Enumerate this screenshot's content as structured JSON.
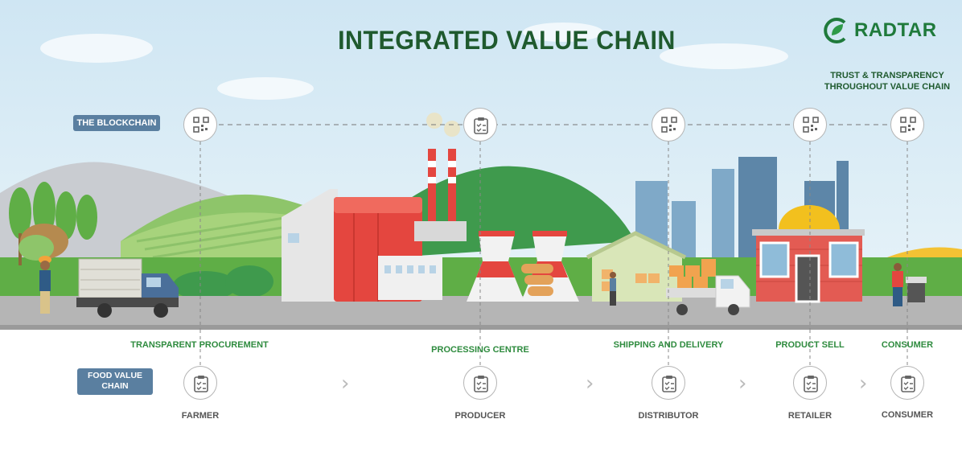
{
  "title": "INTEGRATED VALUE CHAIN",
  "brand": {
    "name": "RADTAR",
    "icon": "leaf-c-logo-icon"
  },
  "tagline": [
    "TRUST & TRANSPARENCY",
    "THROUGHOUT VALUE CHAIN"
  ],
  "blockchain_label": "THE BLOCKCHAIN",
  "food_chain_label": [
    "FOOD VALUE",
    "CHAIN"
  ],
  "steps": [
    {
      "title": "TRANSPARENT PROCUREMENT",
      "role": "FARMER",
      "blockchain_icon": "qr-code-icon"
    },
    {
      "title": "PROCESSING CENTRE",
      "role": "PRODUCER",
      "blockchain_icon": "clipboard-check-icon"
    },
    {
      "title": "SHIPPING AND DELIVERY",
      "role": "DISTRIBUTOR",
      "blockchain_icon": "qr-code-icon"
    },
    {
      "title": "PRODUCT SELL",
      "role": "RETAILER",
      "blockchain_icon": "qr-code-icon"
    },
    {
      "title": "CONSUMER",
      "role": "CONSUMER",
      "blockchain_icon": "qr-code-icon"
    }
  ],
  "colors": {
    "brand_green": "#1f7a3b",
    "step_green": "#2e8b3e",
    "label_blue": "#5a7fa0",
    "factory_red": "#e4463f",
    "sky": "#cfe5f1"
  }
}
